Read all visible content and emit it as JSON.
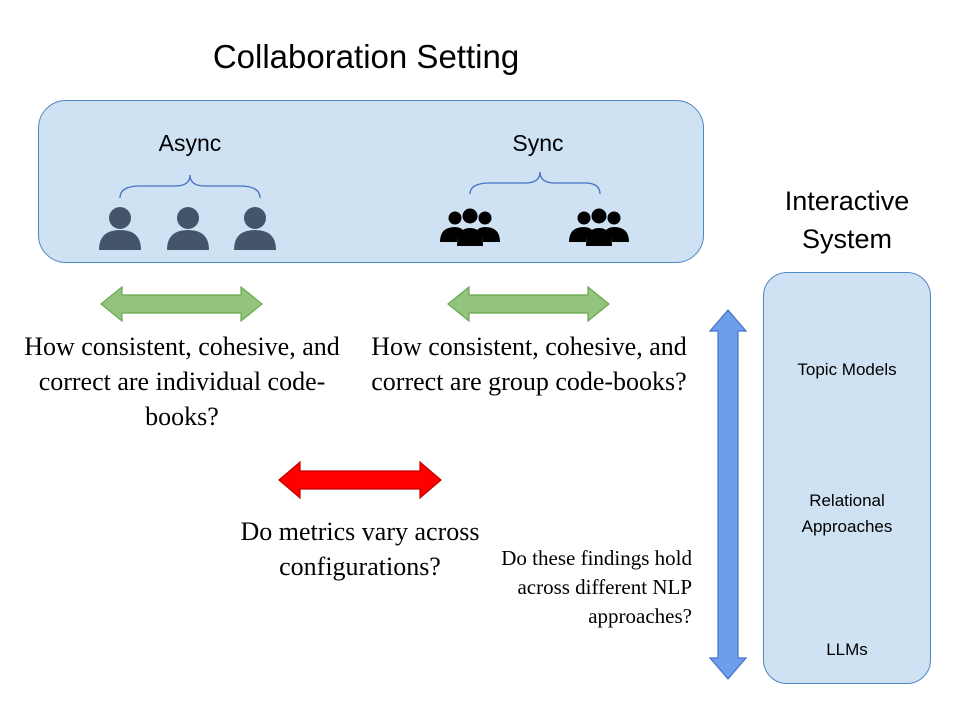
{
  "title": "Collaboration Setting",
  "settings": {
    "async_label": "Async",
    "sync_label": "Sync"
  },
  "questions": {
    "individual": "How consistent, cohesive, and correct are individual code-books?",
    "group": "How consistent, cohesive, and correct are group code-books?",
    "vary": "Do metrics vary across configurations?",
    "nlp": "Do these findings hold across different NLP approaches?"
  },
  "system": {
    "title": "Interactive System",
    "items": [
      {
        "label": "Topic Models",
        "icon": "documents-icon"
      },
      {
        "label": "Relational Approaches",
        "icon": "network-icon"
      },
      {
        "label": "LLMs",
        "icon": "robot-icon"
      }
    ]
  },
  "colors": {
    "box_fill": "#cfe2f3",
    "box_border": "#4f86c6",
    "green_arrow": "#93c47d",
    "red_arrow": "#ff0000",
    "blue_arrow": "#6d9eeb",
    "person": "#44546a"
  }
}
